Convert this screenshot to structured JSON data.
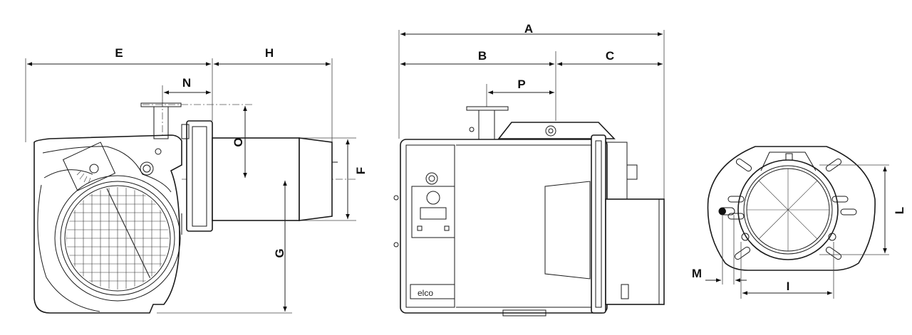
{
  "labels": {
    "A": "A",
    "B": "B",
    "C": "C",
    "P": "P",
    "E": "E",
    "H": "H",
    "N": "N",
    "O": "O",
    "F": "F",
    "G": "G",
    "L": "L",
    "M": "M",
    "I": "I"
  },
  "brand": "elco"
}
